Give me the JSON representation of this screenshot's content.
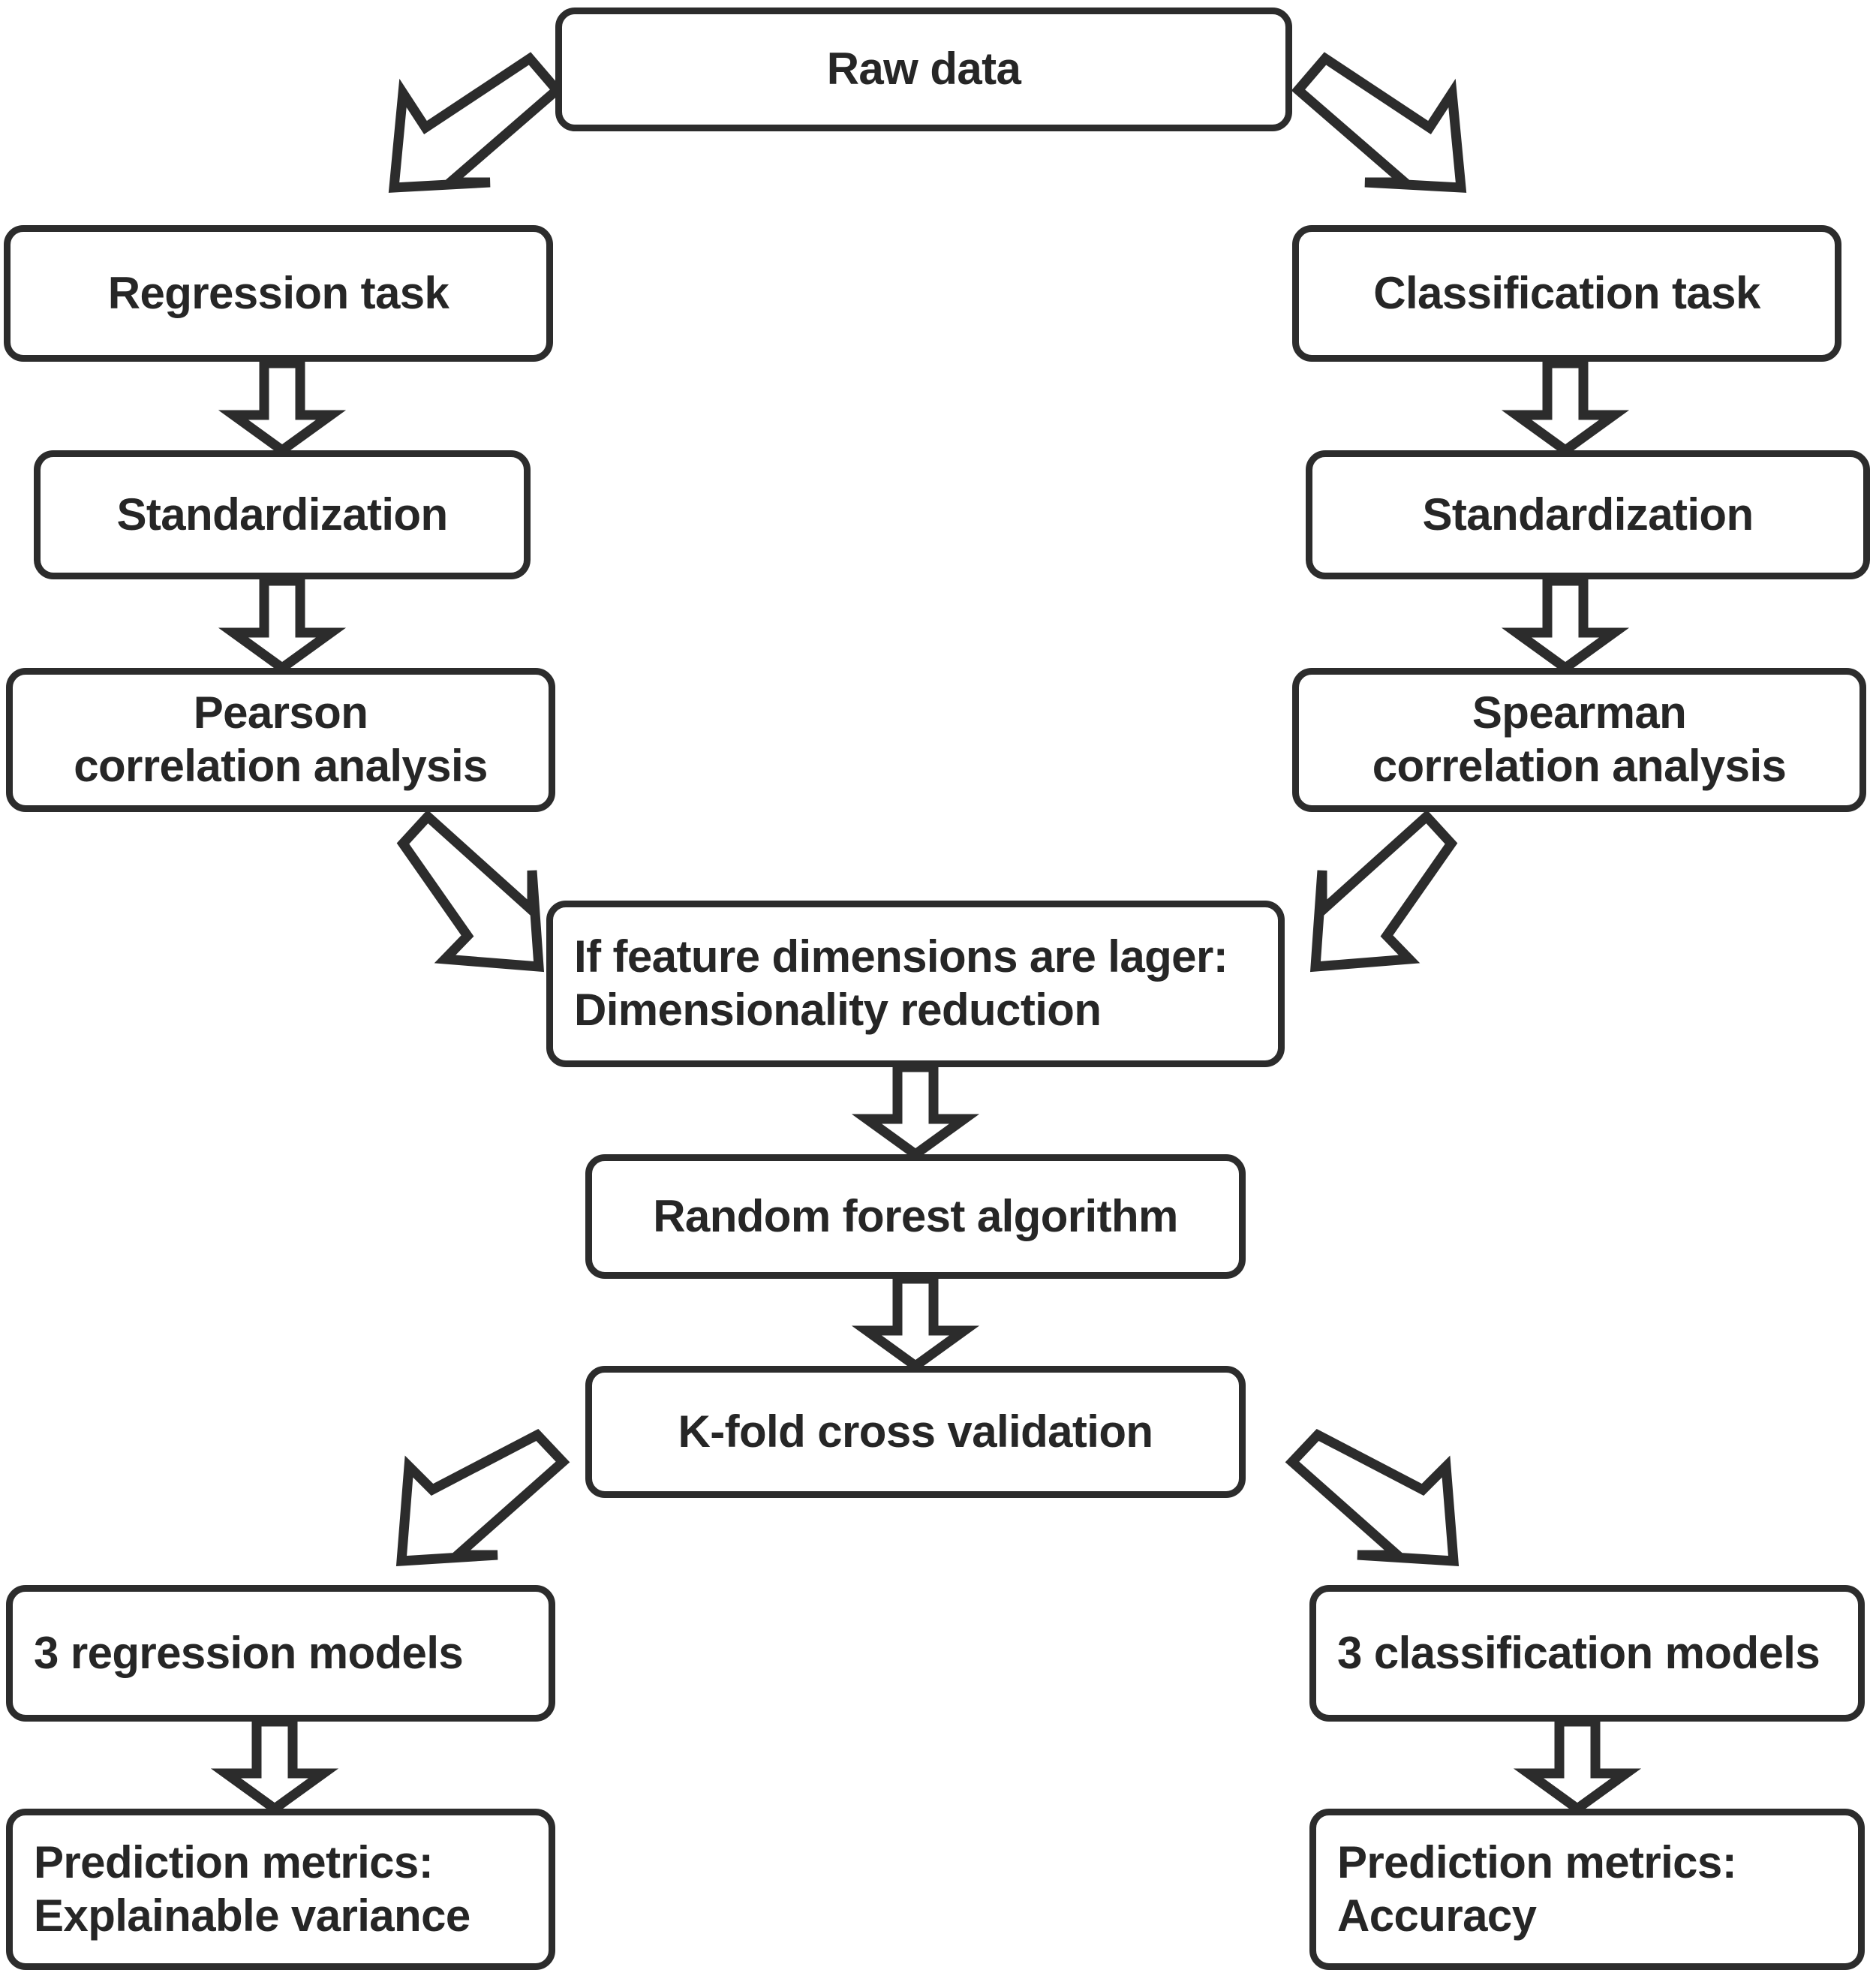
{
  "diagram": {
    "title": "Machine learning workflow flowchart",
    "type": "flowchart",
    "colors": {
      "stroke": "#2c2c2c",
      "text": "#262626",
      "background": "#ffffff"
    },
    "nodes": [
      {
        "id": "raw-data",
        "label": "Raw data",
        "align": "center"
      },
      {
        "id": "regression-task",
        "label": "Regression task",
        "align": "center"
      },
      {
        "id": "classification-task",
        "label": "Classification task",
        "align": "center"
      },
      {
        "id": "standardization-left",
        "label": "Standardization",
        "align": "center"
      },
      {
        "id": "standardization-right",
        "label": "Standardization",
        "align": "center"
      },
      {
        "id": "pearson",
        "label": "Pearson\ncorrelation analysis",
        "align": "center"
      },
      {
        "id": "spearman",
        "label": "Spearman\ncorrelation analysis",
        "align": "center"
      },
      {
        "id": "dimensionality",
        "label": "If feature dimensions are lager:\nDimensionality reduction",
        "align": "left"
      },
      {
        "id": "random-forest",
        "label": "Random forest algorithm",
        "align": "center"
      },
      {
        "id": "k-fold",
        "label": "K-fold cross validation",
        "align": "center"
      },
      {
        "id": "regression-models",
        "label": "3 regression models",
        "align": "left"
      },
      {
        "id": "classification-models",
        "label": "3 classification models",
        "align": "left"
      },
      {
        "id": "metrics-regression",
        "label": "Prediction metrics:\nExplainable variance",
        "align": "left"
      },
      {
        "id": "metrics-classification",
        "label": "Prediction metrics:\nAccuracy",
        "align": "left"
      }
    ],
    "edges": [
      {
        "id": "raw-to-regression",
        "from": "raw-data",
        "to": "regression-task",
        "direction": "down-left"
      },
      {
        "id": "raw-to-classification",
        "from": "raw-data",
        "to": "classification-task",
        "direction": "down-right"
      },
      {
        "id": "regression-to-standardization",
        "from": "regression-task",
        "to": "standardization-left",
        "direction": "down"
      },
      {
        "id": "classification-to-standardization",
        "from": "classification-task",
        "to": "standardization-right",
        "direction": "down"
      },
      {
        "id": "standardization-to-pearson",
        "from": "standardization-left",
        "to": "pearson",
        "direction": "down"
      },
      {
        "id": "standardization-to-spearman",
        "from": "standardization-right",
        "to": "spearman",
        "direction": "down"
      },
      {
        "id": "pearson-to-dimensionality",
        "from": "pearson",
        "to": "dimensionality",
        "direction": "down-right"
      },
      {
        "id": "spearman-to-dimensionality",
        "from": "spearman",
        "to": "dimensionality",
        "direction": "down-left"
      },
      {
        "id": "dimensionality-to-forest",
        "from": "dimensionality",
        "to": "random-forest",
        "direction": "down"
      },
      {
        "id": "forest-to-kfold",
        "from": "random-forest",
        "to": "k-fold",
        "direction": "down"
      },
      {
        "id": "kfold-to-regression-models",
        "from": "k-fold",
        "to": "regression-models",
        "direction": "down-left"
      },
      {
        "id": "kfold-to-classification-models",
        "from": "k-fold",
        "to": "classification-models",
        "direction": "down-right"
      },
      {
        "id": "regression-models-to-metrics",
        "from": "regression-models",
        "to": "metrics-regression",
        "direction": "down"
      },
      {
        "id": "classification-models-to-metrics",
        "from": "classification-models",
        "to": "metrics-classification",
        "direction": "down"
      }
    ]
  }
}
